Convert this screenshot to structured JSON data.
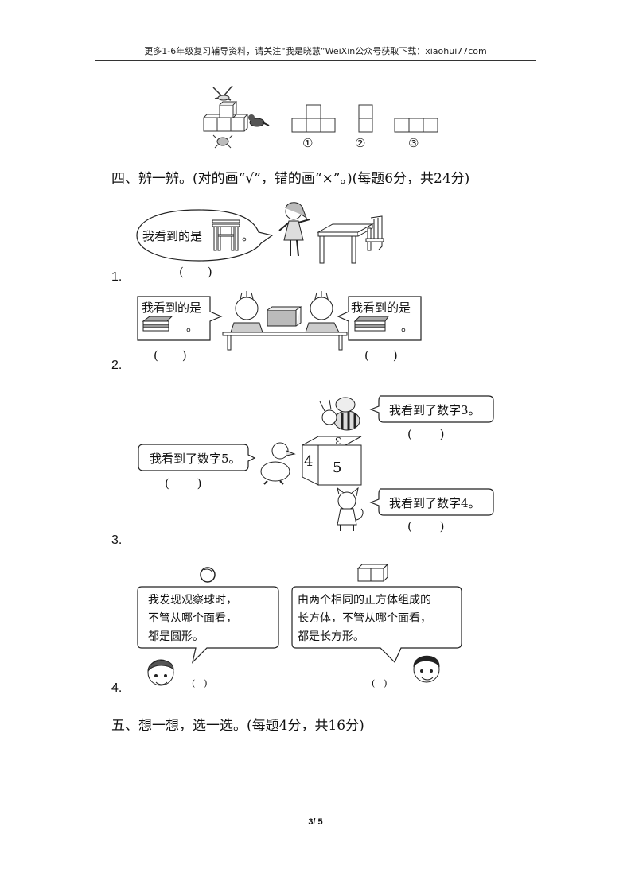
{
  "header": {
    "text": "更多1-6年级复习辅导资料，请关注“我是晓慧”WeiXin公众号获取下载：xiaohui77com"
  },
  "figure_top": {
    "option_labels": [
      "①",
      "②",
      "③"
    ]
  },
  "section4": {
    "title": "四、辨一辨。(对的画“√”，错的画“×”。)(每题6分，共24分)",
    "q1": {
      "num": "1.",
      "bubble_before": "我看到的是",
      "bubble_after": "。",
      "paren": "(　　)"
    },
    "q2": {
      "num": "2.",
      "left_bubble_line1": "我看到的是",
      "left_bubble_line2": "。",
      "right_bubble_line1": "我看到的是",
      "right_bubble_line2": "。",
      "paren_left": "(　　)",
      "paren_right": "(　　)"
    },
    "q3": {
      "num": "3.",
      "bee_text": "我看到了数字3。",
      "duck_text": "我看到了数字5。",
      "cat_text": "我看到了数字4。",
      "cube_front": "5",
      "cube_left": "4",
      "cube_top": "3",
      "paren_bee": "(　　 )",
      "paren_duck": "(　　 )",
      "paren_cat": "(　　 )"
    },
    "q4": {
      "num": "4.",
      "left_lines": [
        "我发现观察球时，",
        "不管从哪个面看，",
        "都是圆形。"
      ],
      "right_lines": [
        "由两个相同的正方体组成的",
        "长方体，不管从哪个面看，",
        "都是长方形。"
      ],
      "paren_left": "(　)",
      "paren_right": "(　)"
    }
  },
  "section5": {
    "title": "五、想一想，选一选。(每题4分，共16分)"
  },
  "footer": {
    "page": "3/ 5"
  }
}
